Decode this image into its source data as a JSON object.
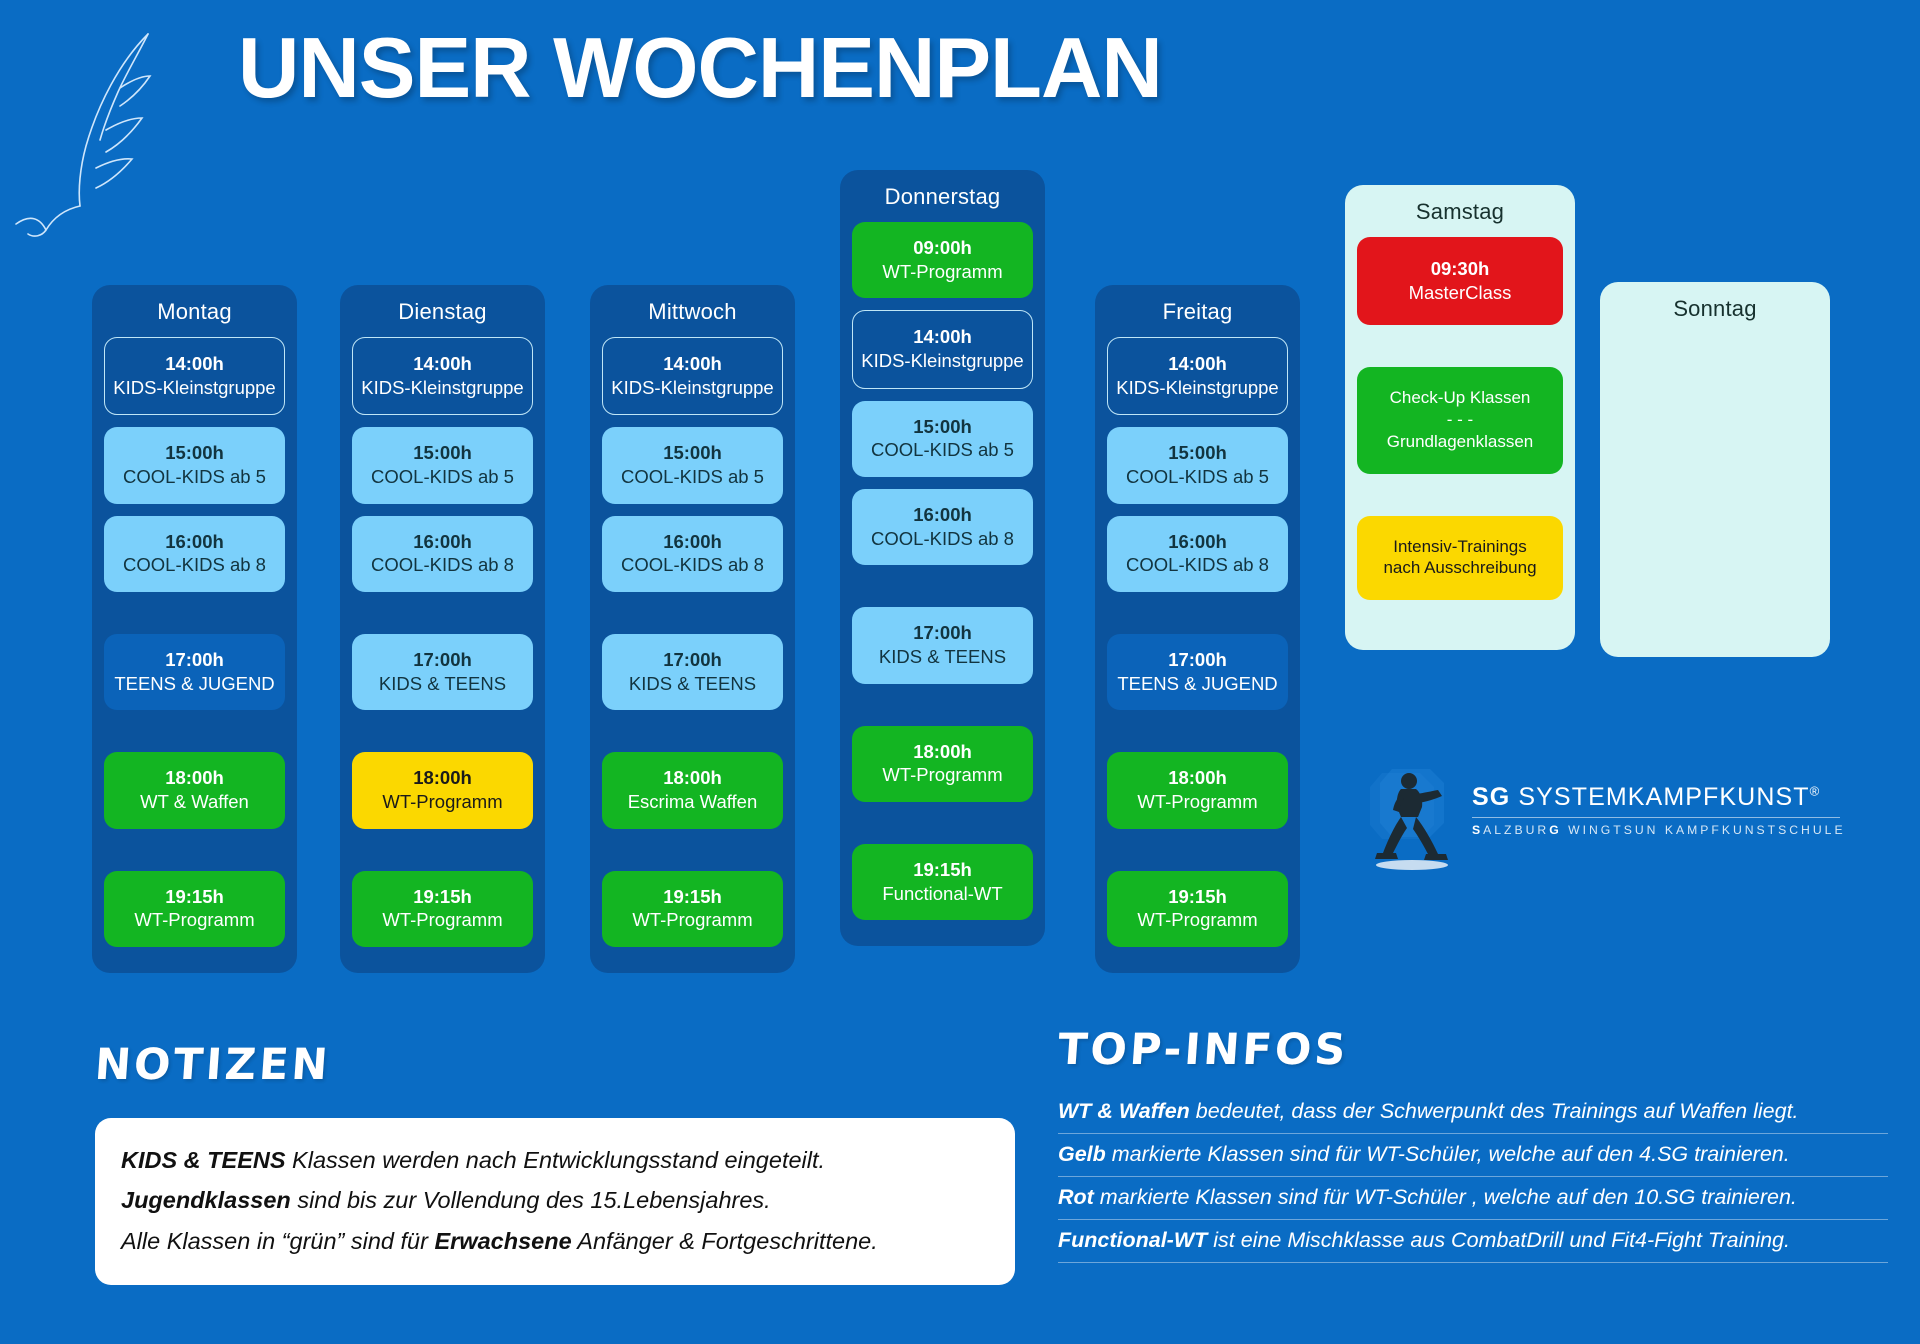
{
  "header": {
    "title": "UNSER WOCHENPLAN",
    "quill_icon": "feather-quill-icon"
  },
  "colors": {
    "background": "#0a6cc4",
    "column": "#0b539d",
    "weekend_column": "#d7f5f3",
    "green": "#13b522",
    "yellow": "#fbd800",
    "red": "#e2151b",
    "lightblue": "#7bd0fb",
    "midblue": "#0b63b9",
    "white": "#ffffff"
  },
  "days": [
    {
      "name": "Montag",
      "weekend": false,
      "slots": [
        {
          "time": "14:00h",
          "name": "KIDS-Kleinstgruppe",
          "style": "outline"
        },
        {
          "time": "15:00h",
          "name": "COOL-KIDS ab 5",
          "style": "lightblue"
        },
        {
          "time": "16:00h",
          "name": "COOL-KIDS ab 8",
          "style": "lightblue"
        },
        {
          "time": "17:00h",
          "name": "TEENS & JUGEND",
          "style": "midblue"
        },
        {
          "time": "18:00h",
          "name": "WT & Waffen",
          "style": "green"
        },
        {
          "time": "19:15h",
          "name": "WT-Programm",
          "style": "green"
        }
      ]
    },
    {
      "name": "Dienstag",
      "weekend": false,
      "slots": [
        {
          "time": "14:00h",
          "name": "KIDS-Kleinstgruppe",
          "style": "outline"
        },
        {
          "time": "15:00h",
          "name": "COOL-KIDS ab 5",
          "style": "lightblue"
        },
        {
          "time": "16:00h",
          "name": "COOL-KIDS ab 8",
          "style": "lightblue"
        },
        {
          "time": "17:00h",
          "name": "KIDS & TEENS",
          "style": "lightblue"
        },
        {
          "time": "18:00h",
          "name": "WT-Programm",
          "style": "yellow"
        },
        {
          "time": "19:15h",
          "name": "WT-Programm",
          "style": "green"
        }
      ]
    },
    {
      "name": "Mittwoch",
      "weekend": false,
      "slots": [
        {
          "time": "14:00h",
          "name": "KIDS-Kleinstgruppe",
          "style": "outline"
        },
        {
          "time": "15:00h",
          "name": "COOL-KIDS ab 5",
          "style": "lightblue"
        },
        {
          "time": "16:00h",
          "name": "COOL-KIDS ab 8",
          "style": "lightblue"
        },
        {
          "time": "17:00h",
          "name": "KIDS & TEENS",
          "style": "lightblue"
        },
        {
          "time": "18:00h",
          "name": "Escrima Waffen",
          "style": "green"
        },
        {
          "time": "19:15h",
          "name": "WT-Programm",
          "style": "green"
        }
      ]
    },
    {
      "name": "Donnerstag",
      "weekend": false,
      "slots": [
        {
          "time": "09:00h",
          "name": "WT-Programm",
          "style": "green"
        },
        {
          "time": "14:00h",
          "name": "KIDS-Kleinstgruppe",
          "style": "outline"
        },
        {
          "time": "15:00h",
          "name": "COOL-KIDS ab 5",
          "style": "lightblue"
        },
        {
          "time": "16:00h",
          "name": "COOL-KIDS ab 8",
          "style": "lightblue"
        },
        {
          "time": "17:00h",
          "name": "KIDS & TEENS",
          "style": "lightblue"
        },
        {
          "time": "18:00h",
          "name": "WT-Programm",
          "style": "green"
        },
        {
          "time": "19:15h",
          "name": "Functional-WT",
          "style": "green"
        }
      ]
    },
    {
      "name": "Freitag",
      "weekend": false,
      "slots": [
        {
          "time": "14:00h",
          "name": "KIDS-Kleinstgruppe",
          "style": "outline"
        },
        {
          "time": "15:00h",
          "name": "COOL-KIDS ab 5",
          "style": "lightblue"
        },
        {
          "time": "16:00h",
          "name": "COOL-KIDS ab 8",
          "style": "lightblue"
        },
        {
          "time": "17:00h",
          "name": "TEENS & JUGEND",
          "style": "midblue"
        },
        {
          "time": "18:00h",
          "name": "WT-Programm",
          "style": "green"
        },
        {
          "time": "19:15h",
          "name": "WT-Programm",
          "style": "green"
        }
      ]
    }
  ],
  "saturday": {
    "name": "Samstag",
    "slots": [
      {
        "time": "09:30h",
        "name": "MasterClass",
        "style": "red"
      },
      {
        "lines": [
          "Check-Up Klassen",
          "- - -",
          "Grundlagenklassen"
        ],
        "style": "green"
      },
      {
        "lines": [
          "Intensiv-Trainings",
          "nach Ausschreibung"
        ],
        "style": "yellow"
      }
    ]
  },
  "sunday": {
    "name": "Sonntag",
    "slots": []
  },
  "logo": {
    "brand_prefix": "SG",
    "brand_name": "SYSTEMKAMPFKUNST",
    "registered_mark": "®",
    "tagline_prefix": "S",
    "tagline": "ALZBUR",
    "tagline_g": "G",
    "tagline_rest": "WINGTSUN KAMPFKUNSTSCHULE",
    "tagline_full": "SALZBURG WINGTSUN KAMPFKUNSTSCHULE",
    "figure_icon": "martial-artist-silhouette-icon"
  },
  "notizen": {
    "heading": "NOTIZEN",
    "lines": [
      {
        "bold": "KIDS & TEENS",
        "rest": " Klassen werden nach Entwicklungsstand eingeteilt."
      },
      {
        "bold": "Jugendklassen",
        "rest": " sind bis zur Vollendung des 15.Lebensjahres."
      },
      {
        "pre": "Alle Klassen in “grün” sind für ",
        "bold": "Erwachsene",
        "rest": " Anfänger & Fortgeschrittene."
      }
    ]
  },
  "topinfos": {
    "heading": "TOP-INFOS",
    "rows": [
      {
        "bold": "WT & Waffen",
        "rest": " bedeutet, dass der Schwerpunkt des Trainings auf Waffen liegt."
      },
      {
        "bold": "Gelb",
        "rest": " markierte Klassen sind für WT-Schüler, welche auf den 4.SG trainieren."
      },
      {
        "bold": "Rot",
        "rest": " markierte Klassen sind für WT-Schüler , welche auf den 10.SG trainieren."
      },
      {
        "bold": "Functional-WT",
        "rest": " ist eine Mischklasse aus CombatDrill und Fit4-Fight Training."
      }
    ]
  }
}
